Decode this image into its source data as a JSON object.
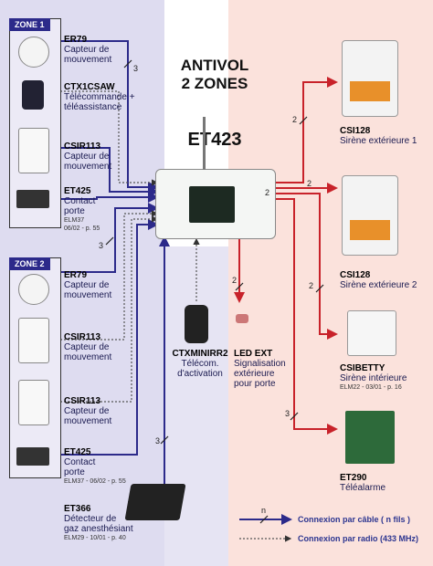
{
  "title": {
    "line1": "ANTIVOL",
    "line2": "2 ZONES",
    "model": "ET423"
  },
  "zone1": {
    "tag": "ZONE 1",
    "items": [
      {
        "name": "ER79",
        "lines": [
          "Capteur de",
          "mouvement"
        ]
      },
      {
        "name": "CTX1CSAW",
        "lines": [
          "Télécommande +",
          "téléassistance"
        ]
      },
      {
        "name": "CSIR113",
        "lines": [
          "Capteur de",
          "mouvement"
        ]
      },
      {
        "name": "ET425",
        "lines": [
          "Contact",
          "porte"
        ],
        "ref1": "ELM37",
        "ref2": "06/02 - p. 55"
      }
    ]
  },
  "zone2": {
    "tag": "ZONE 2",
    "items": [
      {
        "name": "ER79",
        "lines": [
          "Capteur de",
          "mouvement"
        ]
      },
      {
        "name": "CSIR113",
        "lines": [
          "Capteur de",
          "mouvement"
        ]
      },
      {
        "name": "CSIR113",
        "lines": [
          "Capteur de",
          "mouvement"
        ]
      },
      {
        "name": "ET425",
        "lines": [
          "Contact",
          "porte"
        ],
        "ref1": "ELM37 - 06/02 - p. 55"
      }
    ]
  },
  "et366": {
    "name": "ET366",
    "lines": [
      "Détecteur de",
      "gaz anesthésiant"
    ],
    "ref": "ELM29 - 10/01 - p. 40"
  },
  "ctxminirr2": {
    "name": "CTXMINIRR2",
    "lines": [
      "Télécom.",
      "d'activation"
    ]
  },
  "ledext": {
    "name": "LED EXT",
    "lines": [
      "Signalisation",
      "extérieure",
      "pour porte"
    ]
  },
  "outputs": [
    {
      "name": "CSI128",
      "lines": [
        "Sirène extérieure 1"
      ]
    },
    {
      "name": "CSI128",
      "lines": [
        "Sirène extérieure 2"
      ]
    },
    {
      "name": "CSIBETTY",
      "lines": [
        "Sirène intérieure"
      ],
      "ref": "ELM22 - 03/01 - p. 16"
    },
    {
      "name": "ET290",
      "lines": [
        "Téléalarme"
      ]
    }
  ],
  "wire_counts": {
    "a": "3",
    "b": "3",
    "c": "3",
    "d": "2",
    "e": "2",
    "f": "2",
    "g": "2",
    "h": "2",
    "i": "3"
  },
  "legend": {
    "cable": "Connexion par câble ( n fils )",
    "radio": "Connexion par radio (433 MHz)",
    "n": "n"
  },
  "colors": {
    "blue_wire": "#2c2a8a",
    "red_wire": "#c8222a",
    "zone_tag": "#2c2a8a"
  }
}
